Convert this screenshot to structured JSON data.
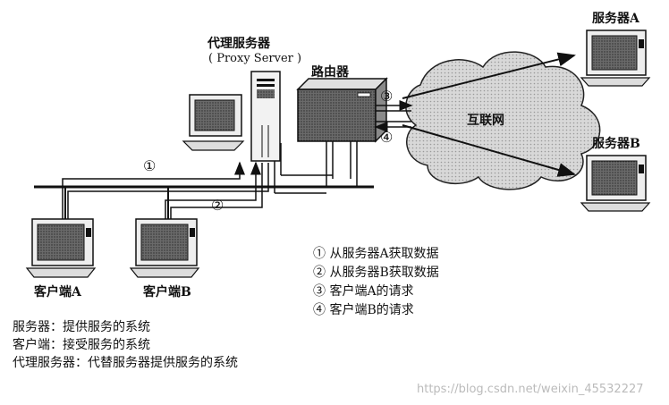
{
  "labels": {
    "proxy_title": "代理服务器",
    "proxy_subtitle": "( Proxy Server )",
    "router": "路由器",
    "internet": "互联网",
    "server_a": "服务器A",
    "server_b": "服务器B",
    "client_a": "客户端A",
    "client_b": "客户端B",
    "step1_marker": "①",
    "step2_marker": "②",
    "step3_marker": "③",
    "step4_marker": "④"
  },
  "legend": [
    "① 从服务器A获取数据",
    "② 从服务器B获取数据",
    "③ 客户端A的请求",
    "④ 客户端B的请求"
  ],
  "definitions": [
    "服务器：提供服务的系统",
    "客户端：接受服务的系统",
    "代理服务器：代替服务器提供服务的系统"
  ],
  "watermark": "https://blog.csdn.net/weixin_45532227",
  "colors": {
    "line": "#111111",
    "screen": "#555555",
    "cloud": "#cfcfcf"
  }
}
